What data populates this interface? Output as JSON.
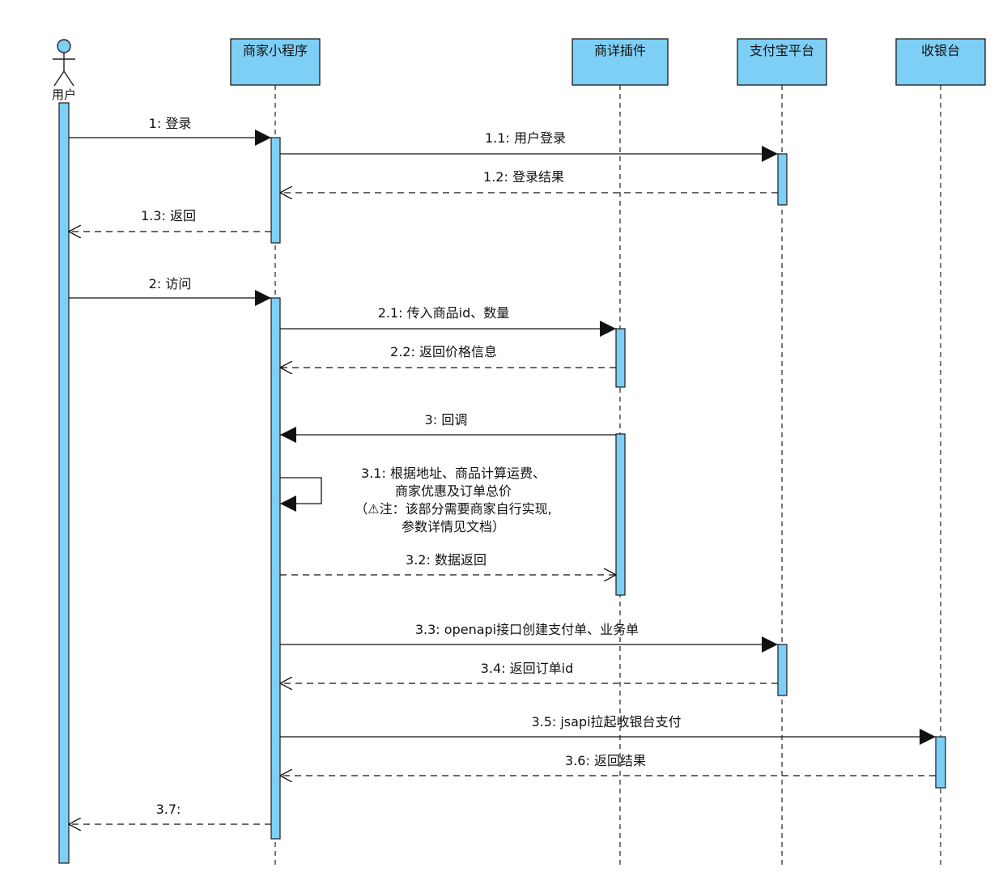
{
  "participants": [
    {
      "id": "user",
      "label": "用户",
      "kind": "actor"
    },
    {
      "id": "merchant_app",
      "label": "商家小程序",
      "kind": "lifeline"
    },
    {
      "id": "detail_plugin",
      "label": "商详插件",
      "kind": "lifeline"
    },
    {
      "id": "alipay",
      "label": "支付宝平台",
      "kind": "lifeline"
    },
    {
      "id": "cashier",
      "label": "收银台",
      "kind": "lifeline"
    }
  ],
  "messages": [
    {
      "label": "1: 登录",
      "from": "user",
      "to": "merchant_app",
      "style": "sync"
    },
    {
      "label": "1.1: 用户登录",
      "from": "merchant_app",
      "to": "alipay",
      "style": "sync"
    },
    {
      "label": "1.2: 登录结果",
      "from": "alipay",
      "to": "merchant_app",
      "style": "return"
    },
    {
      "label": "1.3: 返回",
      "from": "merchant_app",
      "to": "user",
      "style": "return"
    },
    {
      "label": "2: 访问",
      "from": "user",
      "to": "merchant_app",
      "style": "sync"
    },
    {
      "label": "2.1: 传入商品id、数量",
      "from": "merchant_app",
      "to": "detail_plugin",
      "style": "sync"
    },
    {
      "label": "2.2: 返回价格信息",
      "from": "detail_plugin",
      "to": "merchant_app",
      "style": "return"
    },
    {
      "label": "3: 回调",
      "from": "detail_plugin",
      "to": "merchant_app",
      "style": "sync"
    },
    {
      "label": "3.1: 根据地址、商品计算运费、\n商家优惠及订单总价\n（⚠注：该部分需要商家自行实现,\n参数详情见文档）",
      "from": "merchant_app",
      "to": "merchant_app",
      "style": "self"
    },
    {
      "label": "3.2: 数据返回",
      "from": "merchant_app",
      "to": "detail_plugin",
      "style": "return"
    },
    {
      "label": "3.3: openapi接口创建支付单、业务单",
      "from": "merchant_app",
      "to": "alipay",
      "style": "sync"
    },
    {
      "label": "3.4: 返回订单id",
      "from": "alipay",
      "to": "merchant_app",
      "style": "return"
    },
    {
      "label": "3.5: jsapi拉起收银台支付",
      "from": "merchant_app",
      "to": "cashier",
      "style": "sync"
    },
    {
      "label": "3.6: 返回结果",
      "from": "cashier",
      "to": "merchant_app",
      "style": "return"
    },
    {
      "label": "3.7:",
      "from": "merchant_app",
      "to": "user",
      "style": "return"
    }
  ],
  "colors": {
    "lifeline_fill": "#7ecff5",
    "stroke": "#1a1a1a",
    "background": "#ffffff"
  }
}
